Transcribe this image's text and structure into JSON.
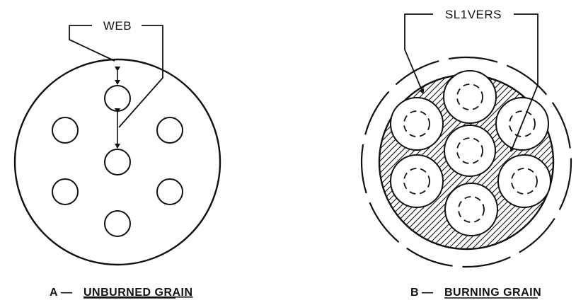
{
  "figure_a": {
    "callout_label": "WEB",
    "caption_letter": "A",
    "caption_dash": "—",
    "caption_text": "UNBURNED GRAIN"
  },
  "figure_b": {
    "callout_label": "SL1VERS",
    "caption_letter": "B",
    "caption_dash": "—",
    "caption_text": "BURNING GRAIN"
  },
  "colors": {
    "ink": "#111111",
    "background": "#ffffff"
  }
}
